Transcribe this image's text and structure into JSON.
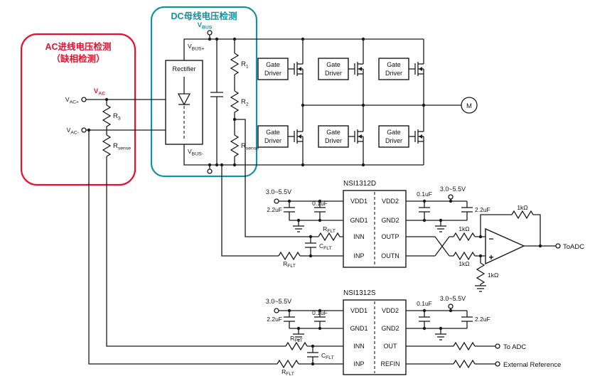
{
  "regions": {
    "ac": {
      "title1": "AC进线电压检测",
      "title2": "（缺相检测）"
    },
    "dc": {
      "title": "DC母线电压检测"
    }
  },
  "nets": {
    "v": "V",
    "bus": "BUS",
    "bus_p": "BUS+",
    "bus_m": "BUS-",
    "ac": "AC",
    "ac_p": "AC+",
    "ac_m": "AC-"
  },
  "parts": {
    "rectifier": "Rectifier",
    "r": "R",
    "c": "C",
    "r1": "1",
    "r2": "2",
    "r3": "3",
    "sense": "sense",
    "flt": "FLT",
    "gate": "Gate",
    "driver": "Driver",
    "motor": "M"
  },
  "ic_d": {
    "name": "NSI1312D",
    "pins_left": [
      "VDD1",
      "GND1",
      "INN",
      "INP"
    ],
    "pins_right": [
      "VDD2",
      "GND2",
      "OUTP",
      "OUTN"
    ]
  },
  "ic_s": {
    "name": "NSI1312S",
    "pins_left": [
      "VDD1",
      "GND1",
      "INN",
      "INP"
    ],
    "pins_right": [
      "VDD2",
      "GND2",
      "OUT",
      "REFIN"
    ]
  },
  "values": {
    "supply": "3.0~5.5V",
    "c_bulk": "2.2uF",
    "c_byp": "0.1uF",
    "r1k": "1kΩ"
  },
  "opamp": {
    "inv": "−",
    "noninv": "+"
  },
  "outputs": {
    "adc_joined": "ToADC",
    "adc": "To ADC",
    "ext_ref": "External Reference"
  },
  "colors": {
    "ac_region": "#e8112d",
    "dc_region": "#14919f",
    "wire": "#1a1a1a"
  }
}
